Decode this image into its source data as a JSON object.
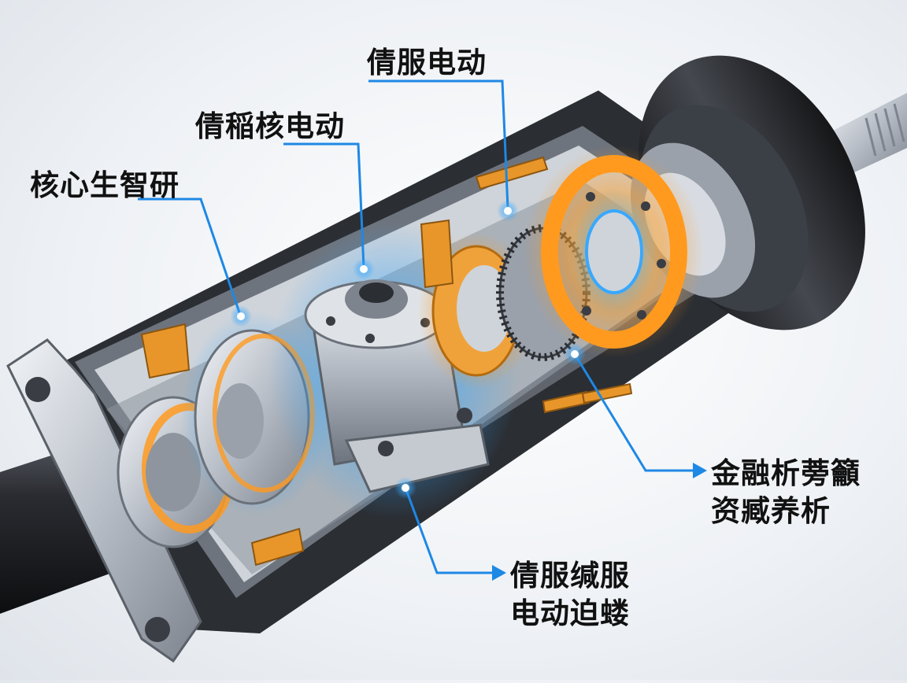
{
  "labels": {
    "top": "倩服电动",
    "second": "倩稲核电动",
    "left": "核心生智研",
    "right": [
      "金融析蒡籲",
      "资臧养析"
    ],
    "bottom": [
      "倩服缄服",
      "电动迫蝼"
    ]
  },
  "colors": {
    "leader_line": "#1e88e5",
    "glow_blue": "#38a8ff",
    "glow_orange": "#ff9a1f",
    "housing": "#2b2e33",
    "metal": "#c9ced6",
    "text": "#111111"
  }
}
